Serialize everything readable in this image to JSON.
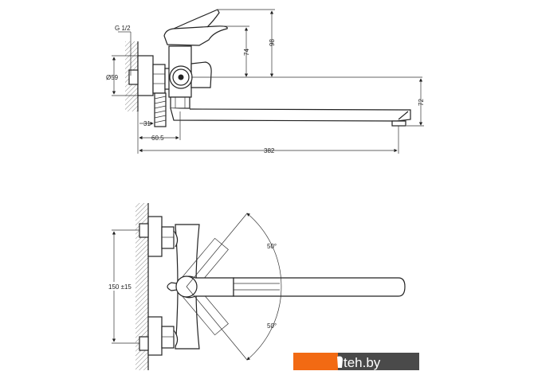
{
  "drawing": {
    "side_view": {
      "labels": {
        "thread": "G 1/2",
        "diameter": "Ø59",
        "handle_height": "74",
        "total_height": "98",
        "spout_drop": "72",
        "hose_offset": "31",
        "body_offset": "60.5",
        "spout_reach": "382"
      }
    },
    "top_view": {
      "labels": {
        "inlet_spacing": "150 ±15",
        "angle_upper": "50°",
        "angle_lower": "50°"
      }
    }
  },
  "watermark": {
    "brand": "teh.by",
    "colors": {
      "orange": "#f26a13",
      "dark": "#4a4a4a"
    }
  }
}
